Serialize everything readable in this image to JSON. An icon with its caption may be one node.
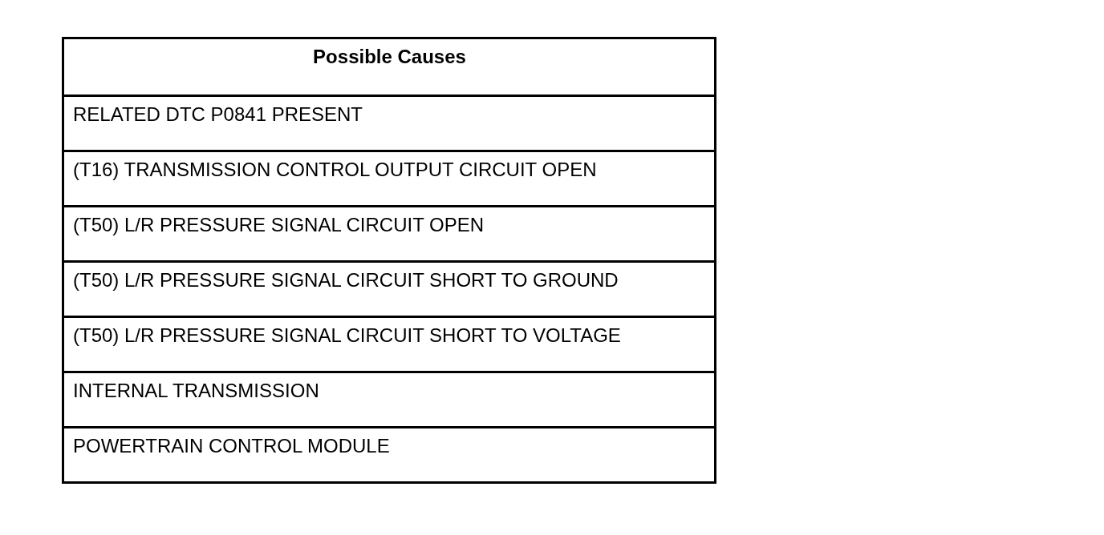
{
  "diagram": {
    "labels": [
      "Possible Causes",
      "RELATED DTC P0841 PRESENT",
      "(T16) TRANSMISSION CONTROL OUTPUT CIRCUIT OPEN",
      "(T50) L/R PRESSURE SIGNAL CIRCUIT OPEN",
      "(T50) L/R PRESSURE SIGNAL CIRCUIT SHORT TO GROUND",
      "(T50) L/R PRESSURE SIGNAL CIRCUIT SHORT TO VOLTAGE",
      "INTERNAL TRANSMISSION",
      "POWERTRAIN CONTROL MODULE"
    ]
  }
}
